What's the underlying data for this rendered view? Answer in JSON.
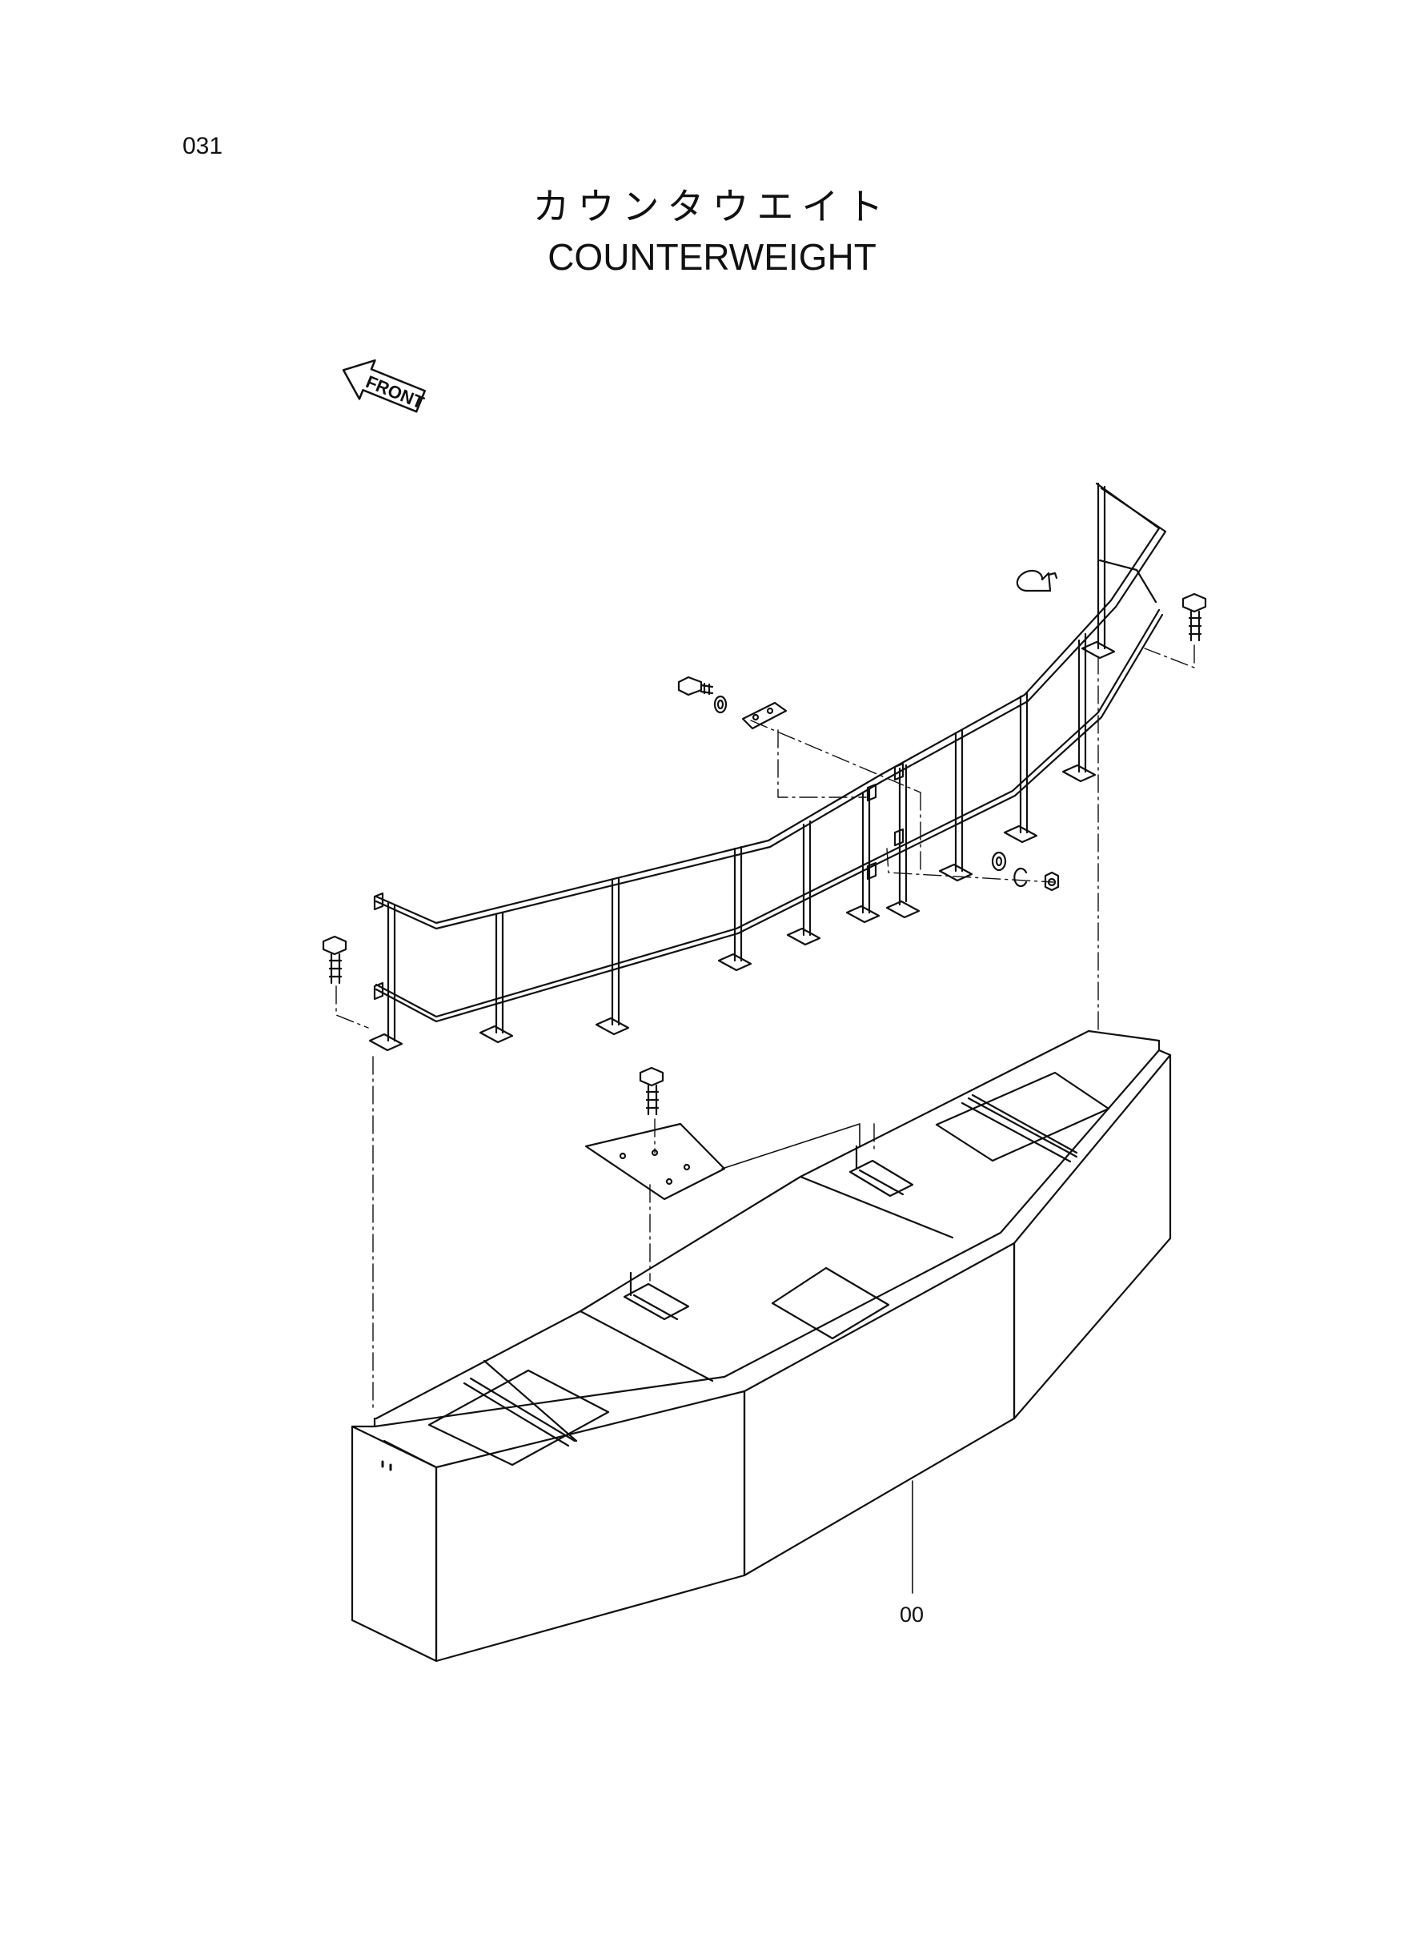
{
  "page": {
    "number": "031"
  },
  "title": {
    "japanese": "カウンタウエイト",
    "english": "COUNTERWEIGHT"
  },
  "orientation": {
    "label": "FRONT"
  },
  "callouts": [
    {
      "label": "00"
    }
  ],
  "colors": {
    "line": "#111111",
    "paper": "#ffffff"
  }
}
